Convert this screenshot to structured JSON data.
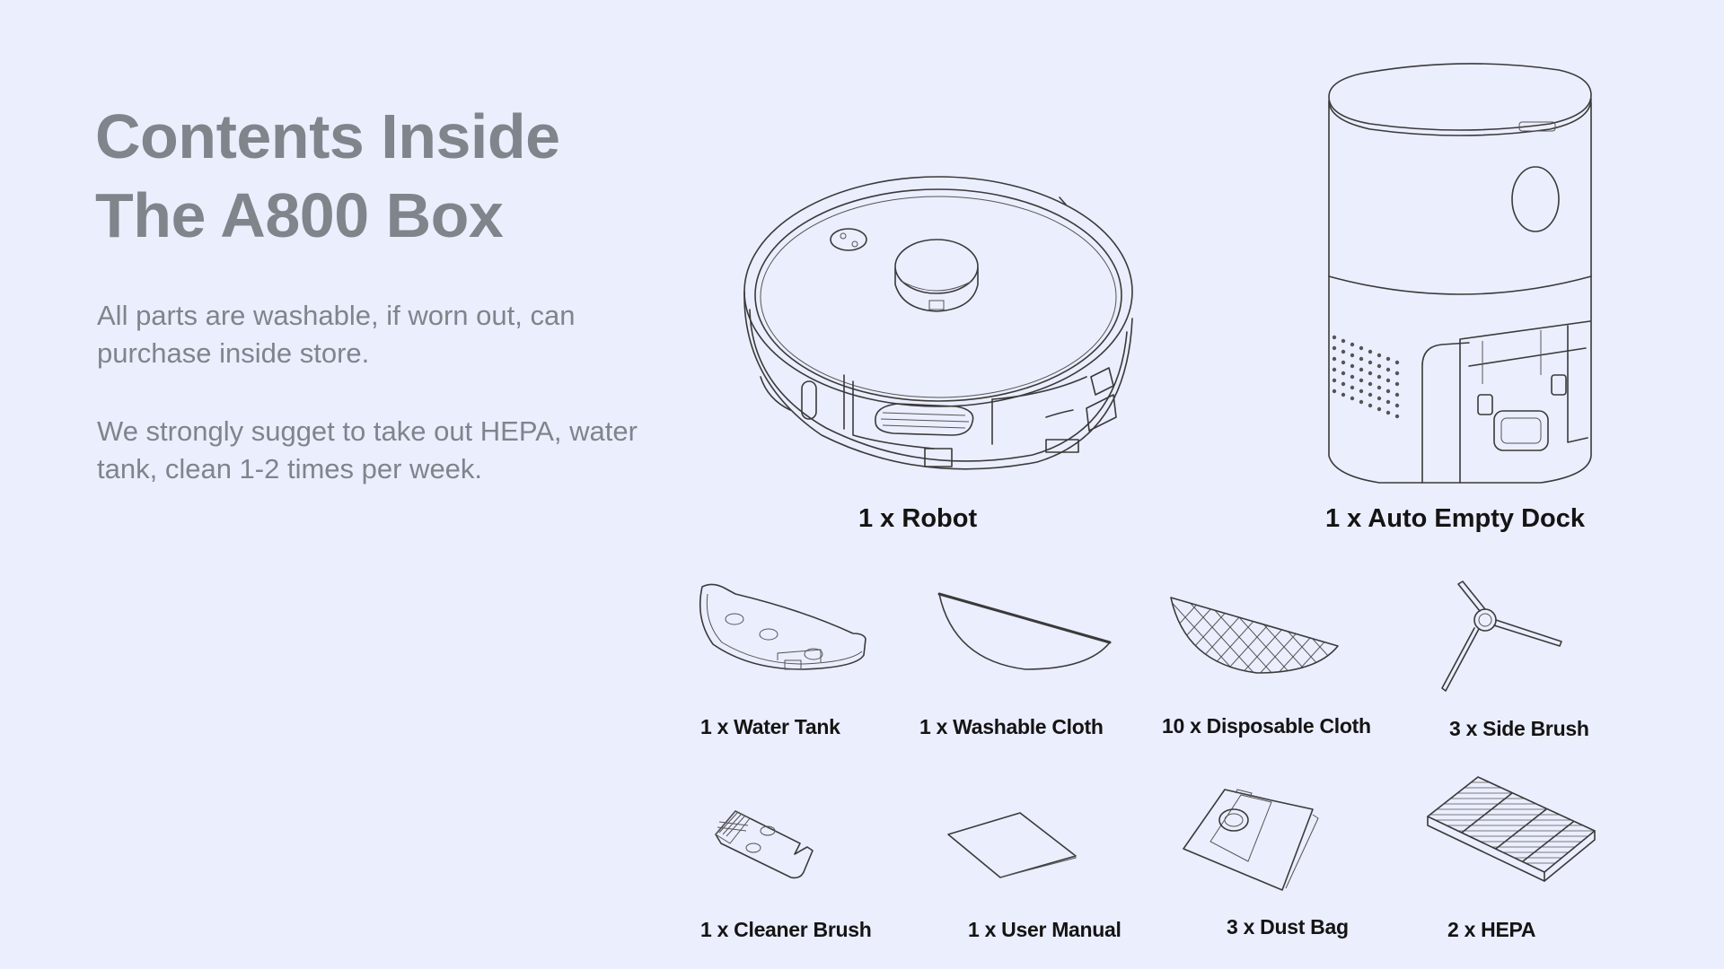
{
  "page": {
    "title_lines": [
      "Contents Inside",
      "The A800 Box"
    ],
    "paragraphs": [
      "All parts are washable, if worn out, can purchase inside store.",
      "We strongly sugget to take out HEPA, water tank, clean 1-2 times per week."
    ],
    "colors": {
      "background": "#ebeefd",
      "heading_text": "#80848b",
      "label_text": "#141414",
      "line_art": "#3a3a3a"
    }
  },
  "main_items": [
    {
      "quantity": 1,
      "name": "Robot",
      "label": "1 x Robot",
      "icon": "robot-vacuum-icon"
    },
    {
      "quantity": 1,
      "name": "Auto Empty Dock",
      "label": "1 x Auto Empty Dock",
      "icon": "auto-empty-dock-icon"
    }
  ],
  "accessories": [
    {
      "quantity": 1,
      "name": "Water Tank",
      "label": "1 x Water Tank",
      "icon": "water-tank-icon"
    },
    {
      "quantity": 1,
      "name": "Washable Cloth",
      "label": "1 x Washable Cloth",
      "icon": "washable-cloth-icon"
    },
    {
      "quantity": 10,
      "name": "Disposable Cloth",
      "label": "10 x Disposable Cloth",
      "icon": "disposable-cloth-icon"
    },
    {
      "quantity": 3,
      "name": "Side Brush",
      "label": "3 x Side Brush",
      "icon": "side-brush-icon"
    },
    {
      "quantity": 1,
      "name": "Cleaner Brush",
      "label": "1 x Cleaner Brush",
      "icon": "cleaner-brush-icon"
    },
    {
      "quantity": 1,
      "name": "User Manual",
      "label": "1 x User Manual",
      "icon": "user-manual-icon"
    },
    {
      "quantity": 3,
      "name": "Dust Bag",
      "label": "3 x Dust Bag",
      "icon": "dust-bag-icon"
    },
    {
      "quantity": 2,
      "name": "HEPA",
      "label": "2 x HEPA",
      "icon": "hepa-filter-icon"
    }
  ]
}
